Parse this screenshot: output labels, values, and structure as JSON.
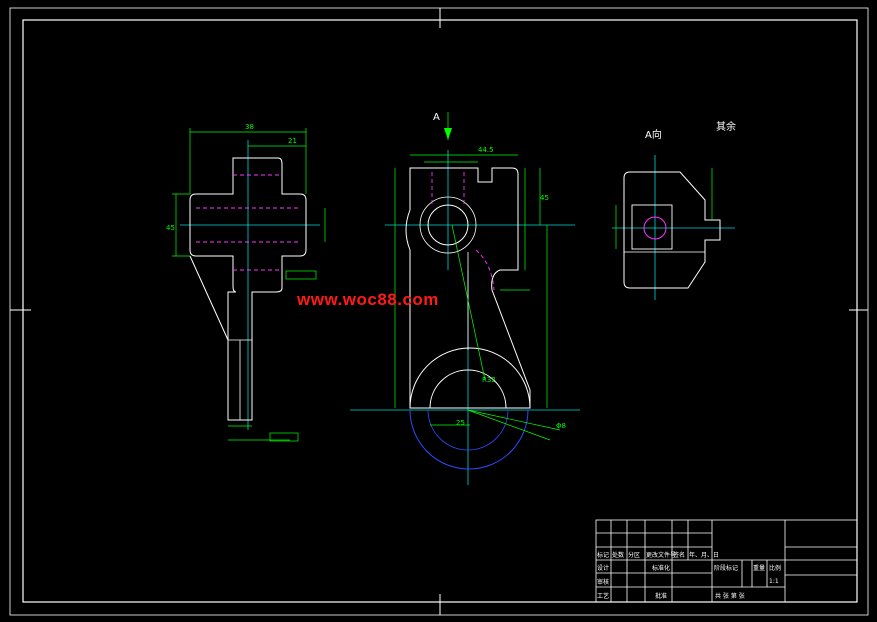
{
  "watermark": "www.woc88.com",
  "view_labels": {
    "arrow_a": "A",
    "view_a": "A向",
    "other_surfaces": "其余"
  },
  "dimensions": {
    "left_top": "38",
    "left_width": "21",
    "left_height": "45",
    "right_height": "45",
    "mid_width": "44.5",
    "mid_depth": "25",
    "radius": "R32",
    "dia_small": "Φ8",
    "scale_a": "1:1"
  },
  "title_block": {
    "row1": [
      "标记",
      "处数",
      "分区",
      "更改文件号",
      "签名",
      "年、月、日"
    ],
    "design": "设计",
    "standardize": "标准化",
    "stage_mark": "阶段标记",
    "weight": "重量",
    "ratio": "比例",
    "ratio_value": "1:1",
    "review": "审核",
    "process": "工艺",
    "approve": "批准",
    "sheet_info": "共  张  第  张"
  },
  "colors": {
    "border": "#ffffff",
    "outline": "#ffffff",
    "dimension": "#00ff00",
    "centerline": "#00d8d8",
    "hidden": "#ff33ff",
    "blue_arc": "#2f4bff",
    "watermark": "#ff1a1a"
  }
}
